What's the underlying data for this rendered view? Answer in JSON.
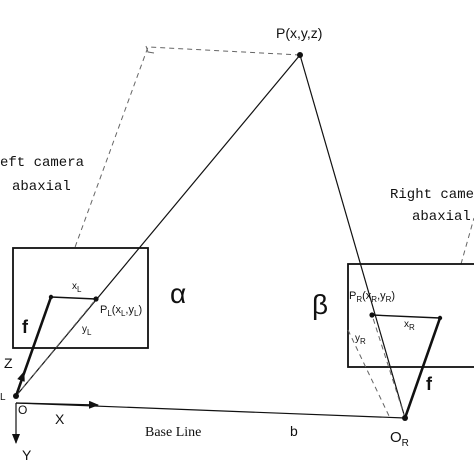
{
  "labels": {
    "point_p": "P(x,y,z)",
    "left_camera_line1": "eft camera",
    "left_camera_line2": "abaxial",
    "right_camera_line1": "Right camer",
    "right_camera_line2": "abaxial",
    "alpha": "α",
    "beta": "β",
    "f_left": "f",
    "f_right": "f",
    "xl_main": "x",
    "xl_sub": "L",
    "yl_main": "y",
    "yl_sub": "L",
    "pl_main": "P",
    "pl_sub1": "L",
    "pl_mid": "(x",
    "pl_sub2": "L",
    "pl_comma": ",y",
    "pl_sub3": "L",
    "pl_end": ")",
    "xr_main": "x",
    "xr_sub": "R",
    "yr_main": "y",
    "yr_sub": "R",
    "pr_main": "P",
    "pr_sub1": "R",
    "pr_mid": "(x",
    "pr_sub2": "R",
    "pr_comma": ",y",
    "pr_sub3": "R",
    "pr_end": ")",
    "axis_z": "Z",
    "axis_x": "X",
    "axis_y": "Y",
    "origin_o": "O",
    "origin_l": "L",
    "or_main": "O",
    "or_sub": "R",
    "base_line": "Base Line",
    "b": "b"
  }
}
